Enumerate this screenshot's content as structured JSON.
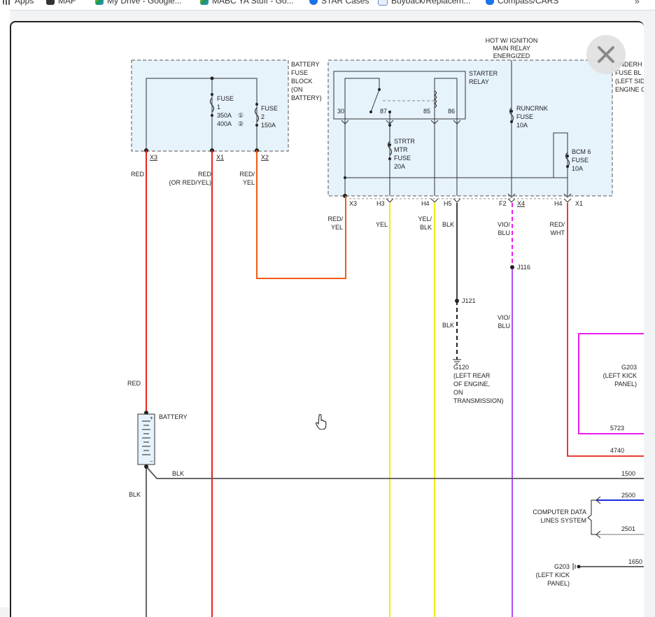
{
  "bookmarks": [
    {
      "label": "Apps",
      "color": "#555555"
    },
    {
      "label": "MAF",
      "color": "#333333"
    },
    {
      "label": "My Drive - Google...",
      "color": "#1a73e8"
    },
    {
      "label": "MABC YA Stuff - Go...",
      "color": "#1a73e8"
    },
    {
      "label": "STAR Cases",
      "color": "#1a73e8"
    },
    {
      "label": "Buyback/Replacem...",
      "color": "#6d8ac4"
    },
    {
      "label": "Compass/CARS",
      "color": "#1a73e8"
    }
  ],
  "overflow_label": "»",
  "viewer": {
    "close_icon": "close-icon"
  },
  "diagram": {
    "battery_fuse_block": {
      "title": [
        "BATTERY",
        "FUSE",
        "BLOCK",
        "(ON",
        "BATTERY)"
      ],
      "fuse1": [
        "FUSE",
        "1",
        "350A",
        "400A"
      ],
      "fuse1_marks": [
        "①",
        "②"
      ],
      "fuse2": [
        "FUSE",
        "2",
        "150A"
      ],
      "terminals": [
        "X3",
        "X1",
        "X2"
      ]
    },
    "underhood_fuse_block": {
      "title": [
        "UNDERH",
        "FUSE BL",
        "(LEFT SID",
        "ENGINE C"
      ],
      "hot_label": [
        "HOT W/ IGNITION",
        "MAIN RELAY",
        "ENERGIZED"
      ],
      "starter_relay": [
        "STARTER",
        "RELAY"
      ],
      "relay_pins": [
        "30",
        "87",
        "85",
        "86"
      ],
      "strtr_fuse": [
        "STRTR",
        "MTR",
        "FUSE",
        "20A"
      ],
      "runcrnk_fuse": [
        "RUNCRNK",
        "FUSE",
        "10A"
      ],
      "bcm_fuse": [
        "BCM 6",
        "FUSE",
        "10A"
      ],
      "terminals": [
        "X3",
        "H3",
        "H4",
        "H5",
        "F2",
        "X4",
        "H4",
        "X1"
      ]
    },
    "wire_labels": {
      "red_left": "RED",
      "red_mid": [
        "RED",
        "(OR RED/YEL)"
      ],
      "red_yel_top": [
        "RED/",
        "YEL"
      ],
      "red_yel_x3": [
        "RED/",
        "YEL"
      ],
      "yel": "YEL",
      "yel_blk": [
        "YEL/",
        "BLK"
      ],
      "blk_h5": "BLK",
      "vio_blu_top": [
        "VIO/",
        "BLU"
      ],
      "red_wht": [
        "RED/",
        "WHT"
      ],
      "vio_blu_mid": [
        "VIO/",
        "BLU"
      ],
      "blk_j121": "BLK",
      "red_batt": "RED",
      "blk_batt_right": "BLK",
      "blk_batt_down": "BLK"
    },
    "splices": [
      "J121",
      "J116"
    ],
    "ground_g120": [
      "G120",
      "(LEFT REAR",
      "OF ENGINE,",
      "ON",
      "TRANSMISSION)"
    ],
    "battery_label": "BATTERY",
    "battery_signs": [
      "+",
      "−"
    ],
    "g203_box": [
      "G203",
      "(LEFT KICK",
      "PANEL)"
    ],
    "circuits": [
      "5723",
      "4740",
      "1500",
      "2500",
      "2501",
      "1650"
    ],
    "data_lines": [
      "COMPUTER DATA",
      "LINES SYSTEM"
    ],
    "g203_bottom": [
      "G203",
      "(LEFT KICK",
      "PANEL)"
    ]
  },
  "colors": {
    "red": "#e8231b",
    "orange": "#f05a16",
    "yellow": "#f3ec18",
    "black": "#444444",
    "violet": "#b44cf0",
    "magenta": "#e81ef0",
    "blue": "#1a2ee0",
    "box_fill": "#e6f3fb"
  }
}
